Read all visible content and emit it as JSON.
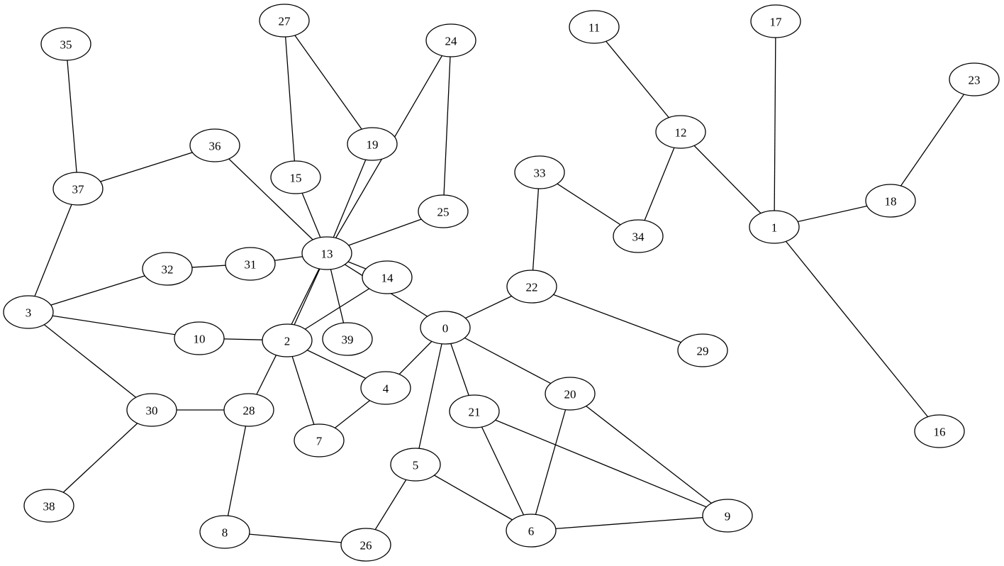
{
  "graph": {
    "nodes": [
      "0",
      "1",
      "2",
      "3",
      "4",
      "5",
      "6",
      "7",
      "8",
      "9",
      "10",
      "11",
      "12",
      "13",
      "14",
      "15",
      "16",
      "17",
      "18",
      "19",
      "20",
      "21",
      "22",
      "23",
      "24",
      "25",
      "26",
      "27",
      "28",
      "29",
      "30",
      "31",
      "32",
      "33",
      "34",
      "35",
      "36",
      "37",
      "38",
      "39"
    ],
    "edges": [
      [
        "0",
        "22"
      ],
      [
        "0",
        "4"
      ],
      [
        "0",
        "5"
      ],
      [
        "0",
        "21"
      ],
      [
        "0",
        "20"
      ],
      [
        "0",
        "13"
      ],
      [
        "22",
        "33"
      ],
      [
        "22",
        "29"
      ],
      [
        "33",
        "34"
      ],
      [
        "34",
        "12"
      ],
      [
        "12",
        "11"
      ],
      [
        "12",
        "1"
      ],
      [
        "1",
        "17"
      ],
      [
        "1",
        "18"
      ],
      [
        "1",
        "16"
      ],
      [
        "18",
        "23"
      ],
      [
        "13",
        "2"
      ],
      [
        "13",
        "31"
      ],
      [
        "13",
        "36"
      ],
      [
        "13",
        "15"
      ],
      [
        "13",
        "19"
      ],
      [
        "13",
        "24"
      ],
      [
        "13",
        "25"
      ],
      [
        "13",
        "14"
      ],
      [
        "13",
        "39"
      ],
      [
        "13",
        "28"
      ],
      [
        "24",
        "25"
      ],
      [
        "27",
        "15"
      ],
      [
        "27",
        "19"
      ],
      [
        "2",
        "14"
      ],
      [
        "2",
        "10"
      ],
      [
        "2",
        "4"
      ],
      [
        "2",
        "7"
      ],
      [
        "4",
        "7"
      ],
      [
        "36",
        "37"
      ],
      [
        "37",
        "35"
      ],
      [
        "37",
        "3"
      ],
      [
        "3",
        "32"
      ],
      [
        "3",
        "10"
      ],
      [
        "3",
        "30"
      ],
      [
        "32",
        "31"
      ],
      [
        "30",
        "28"
      ],
      [
        "30",
        "38"
      ],
      [
        "28",
        "8"
      ],
      [
        "8",
        "26"
      ],
      [
        "26",
        "5"
      ],
      [
        "5",
        "6"
      ],
      [
        "21",
        "6"
      ],
      [
        "21",
        "9"
      ],
      [
        "20",
        "6"
      ],
      [
        "20",
        "9"
      ],
      [
        "6",
        "9"
      ]
    ]
  }
}
